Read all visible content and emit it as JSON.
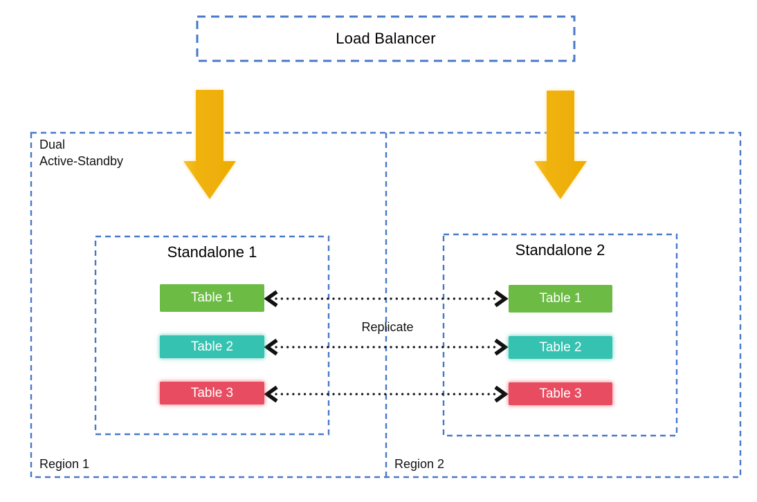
{
  "diagram": {
    "load_balancer": {
      "label": "Load Balancer"
    },
    "cluster": {
      "label_line1": "Dual",
      "label_line2": "Active-Standby",
      "regions": [
        {
          "label": "Region 1",
          "standalone": {
            "title": "Standalone 1"
          }
        },
        {
          "label": "Region 2",
          "standalone": {
            "title": "Standalone 2"
          }
        }
      ]
    },
    "tables": [
      {
        "label": "Table 1",
        "color": "#6CBB45"
      },
      {
        "label": "Table 2",
        "color": "#35C2B0"
      },
      {
        "label": "Table 3",
        "color": "#E84C60"
      }
    ],
    "replicate_label": "Replicate",
    "colors": {
      "dashed_border": "#4878C8",
      "arrow_fill": "#F0B30B",
      "arrow_glow": "#FFE49B",
      "connector": "#111111",
      "table_text": "#FFFFFF"
    }
  }
}
